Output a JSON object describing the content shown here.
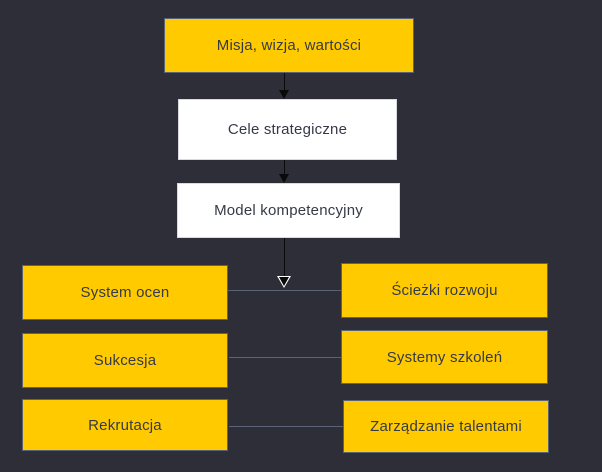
{
  "diagram": {
    "type": "flowchart",
    "boxes": {
      "misja": {
        "label": "Misja, wizja, wartości",
        "style": "yellow"
      },
      "cele": {
        "label": "Cele strategiczne",
        "style": "white"
      },
      "model": {
        "label": "Model kompetencyjny",
        "style": "white"
      },
      "system_ocen": {
        "label": "System ocen",
        "style": "yellow"
      },
      "sukcesja": {
        "label": "Sukcesja",
        "style": "yellow"
      },
      "rekrutacja": {
        "label": "Rekrutacja",
        "style": "yellow"
      },
      "sciezki": {
        "label": "Ścieżki rozwoju",
        "style": "yellow"
      },
      "szkolenia": {
        "label": "Systemy szkoleń",
        "style": "yellow"
      },
      "talenty": {
        "label": "Zarządzanie talentami",
        "style": "yellow"
      }
    },
    "connections": [
      {
        "from": "misja",
        "to": "cele",
        "kind": "arrow-down"
      },
      {
        "from": "cele",
        "to": "model",
        "kind": "arrow-down"
      },
      {
        "from": "model",
        "to": "connector-row-1",
        "kind": "arrow-down-outlined"
      },
      {
        "from": "system_ocen",
        "to": "sciezki",
        "kind": "line"
      },
      {
        "from": "sukcesja",
        "to": "szkolenia",
        "kind": "line"
      },
      {
        "from": "rekrutacja",
        "to": "talenty",
        "kind": "line"
      }
    ],
    "colors": {
      "background": "#2d2e38",
      "yellow_fill": "#ffcb00",
      "white_fill": "#ffffff",
      "box_border": "#5a6375",
      "text": "#363a47",
      "connector_line": "#5a6375",
      "arrow": "#0a0a0a",
      "arrowhead_outline": "#ffffff"
    }
  }
}
